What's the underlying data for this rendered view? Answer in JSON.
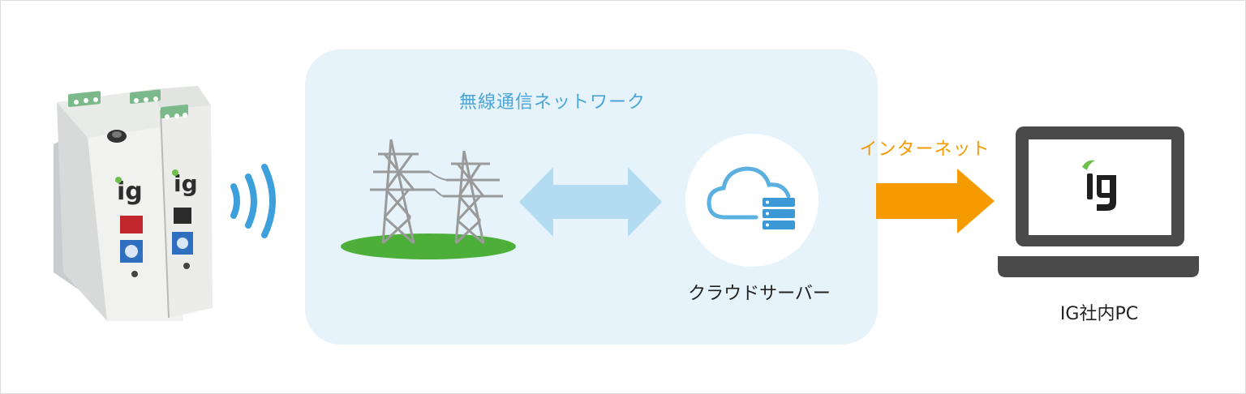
{
  "labels": {
    "network": "無線通信ネットワーク",
    "internet": "インターネット",
    "cloud_server": "クラウドサーバー",
    "company_pc": "IG社内PC"
  },
  "logo_text": "ig",
  "colors": {
    "network_panel": "#e6f3fb",
    "network_label": "#4aa6d8",
    "internet_label": "#f59b00",
    "wireless_waves": "#3da0dc",
    "bidirectional_arrow": "#b3dcf2",
    "internet_arrow": "#f59b00",
    "grass": "#4caf3a",
    "pylon": "#9a9a9a",
    "cloud_icon": "#5bb0e0",
    "laptop": "#4a4a4a"
  },
  "icons": {
    "device": "ig-data-logger-device",
    "waves": "wireless-signal-icon",
    "towers": "transmission-tower-icon",
    "exchange": "bidirectional-arrow-icon",
    "server": "cloud-server-icon",
    "arrow": "right-arrow-icon",
    "laptop": "laptop-icon"
  }
}
